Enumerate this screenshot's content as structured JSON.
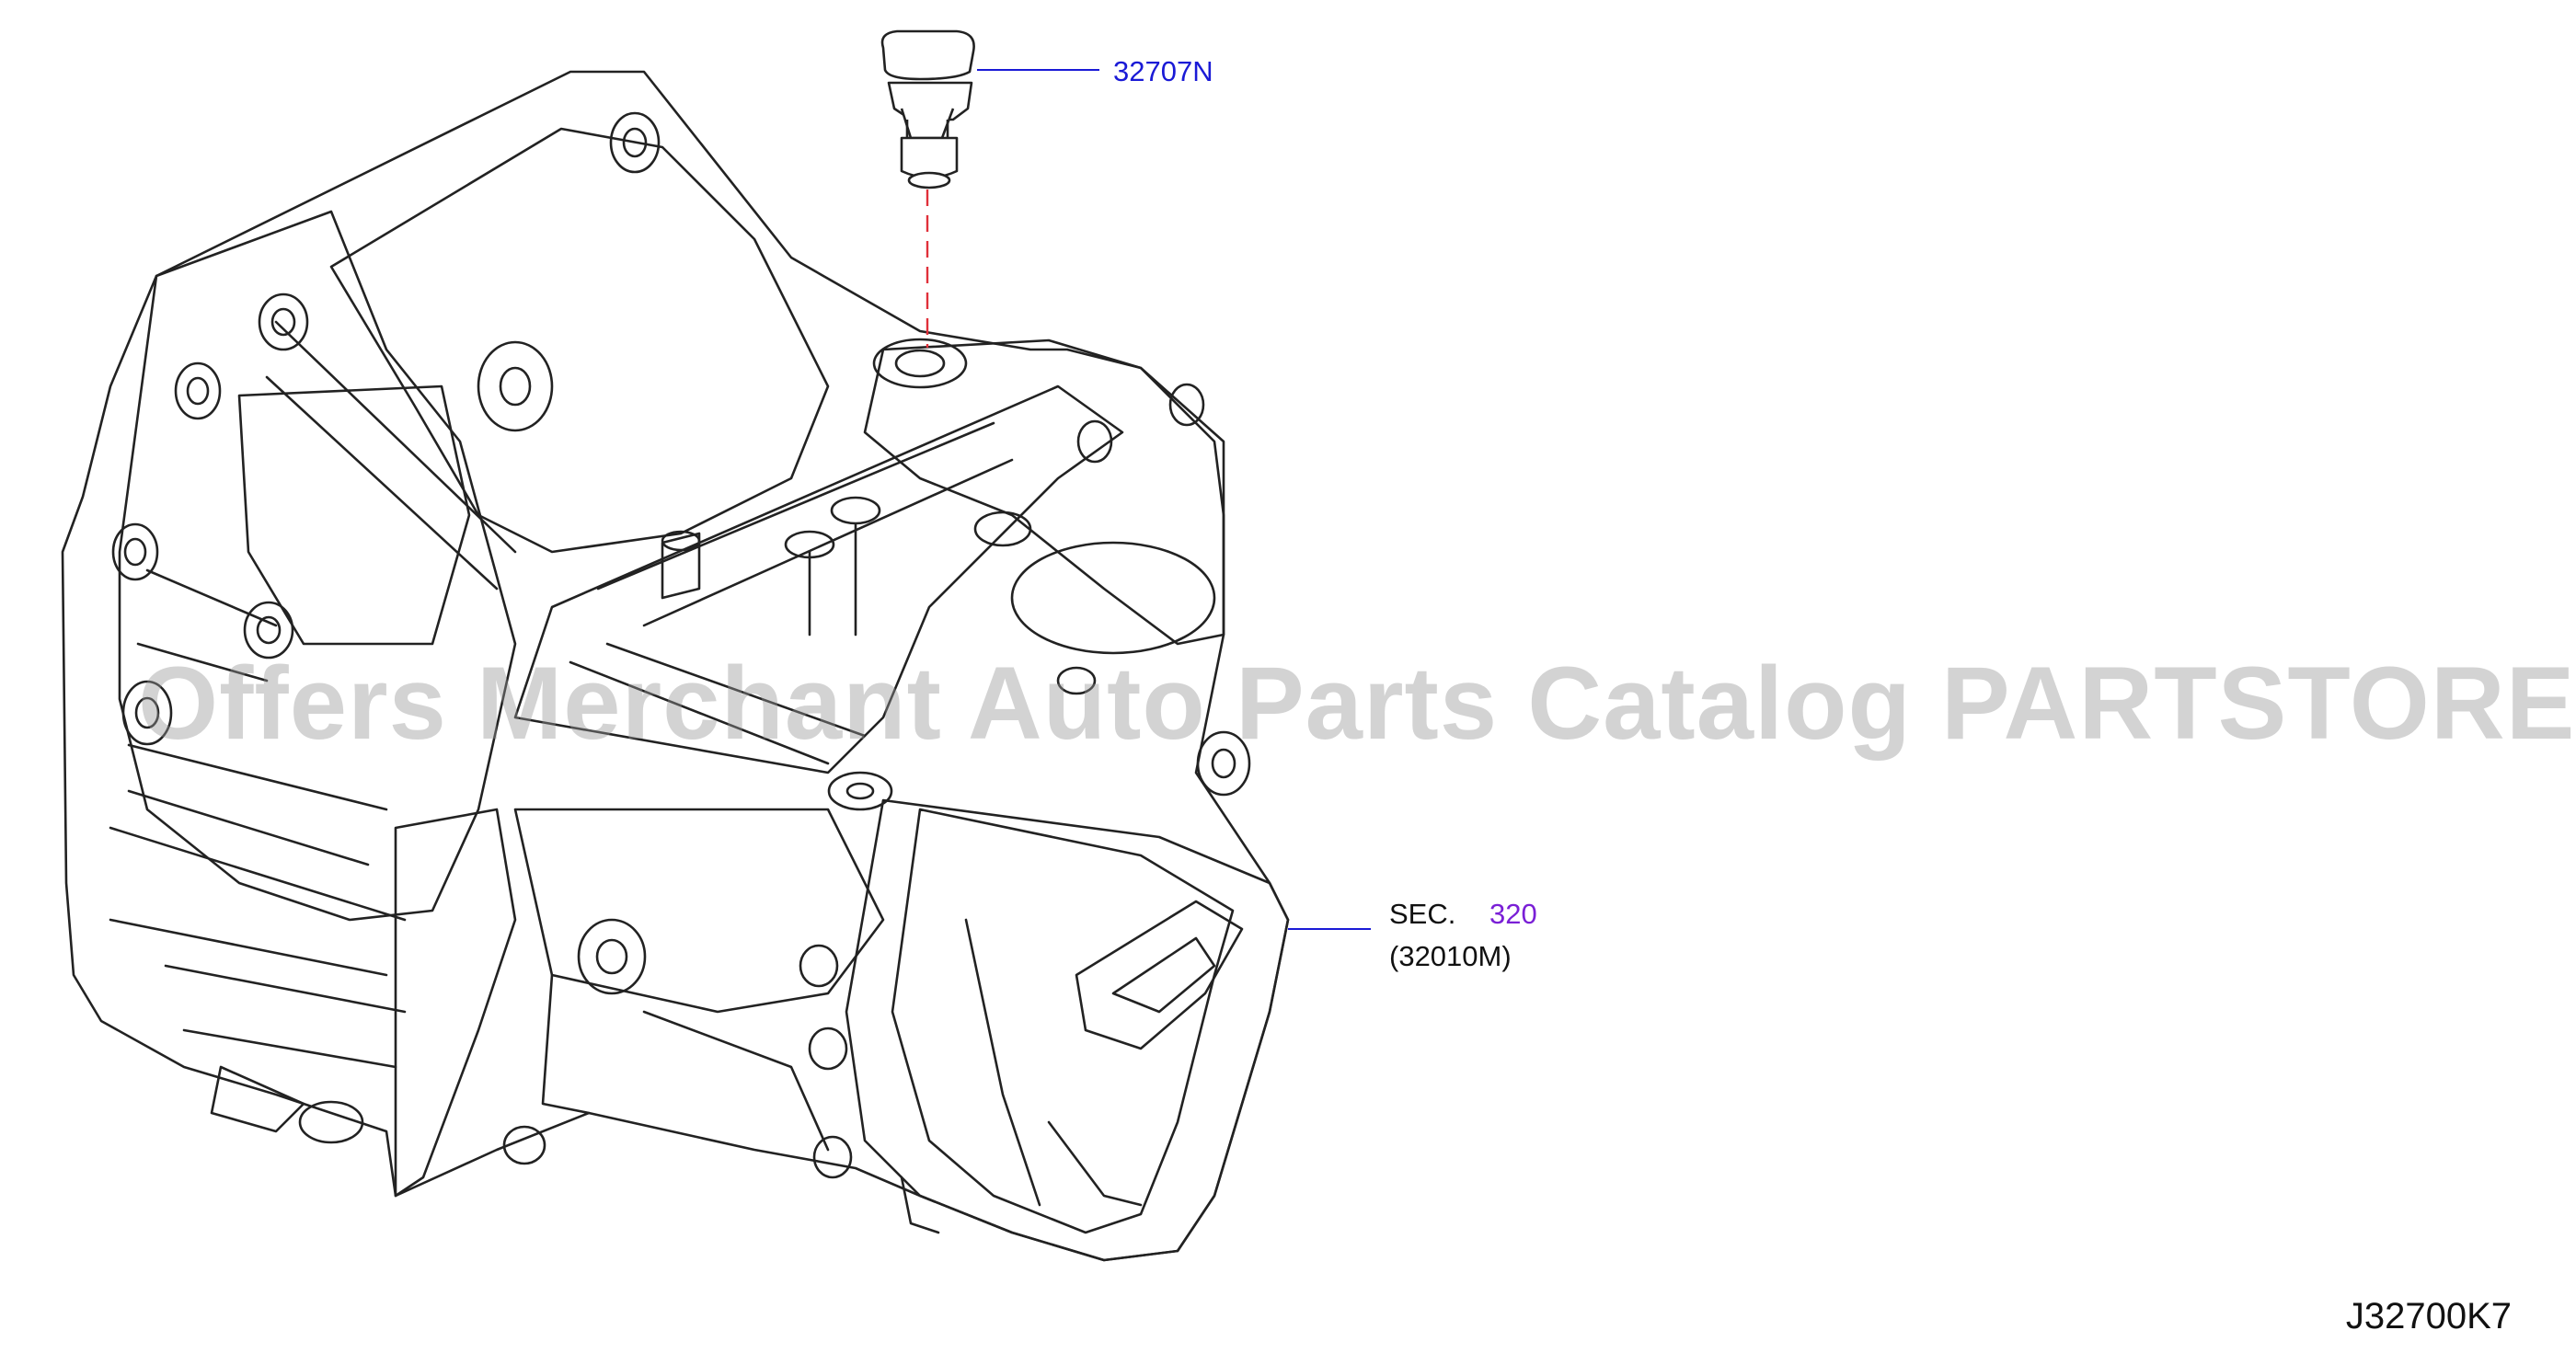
{
  "diagram": {
    "code": "J32700K7",
    "watermark": "Offers Merchant Auto Parts Catalog PARTSTORE.SA"
  },
  "callouts": {
    "switch_part": {
      "number": "32707N",
      "color": "#1a1ad6"
    },
    "assembly_ref": {
      "sec_prefix": "SEC.",
      "sec_number": "320",
      "sub_part": "(32010M)",
      "sec_color": "#7a1fd6"
    }
  },
  "colors": {
    "line_art": "#222222",
    "leader": "#1a1ad6",
    "dashed_guide": "#e0303a",
    "watermark": "#969696"
  }
}
